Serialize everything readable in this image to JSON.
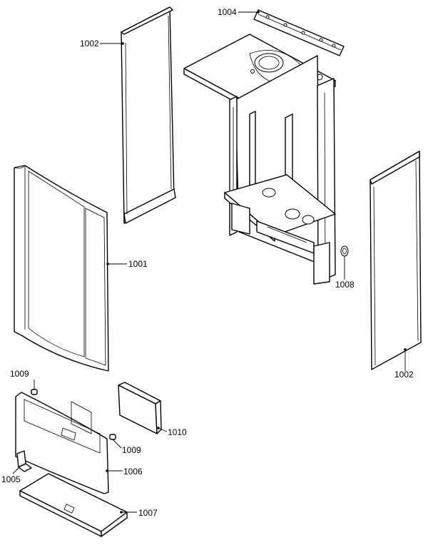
{
  "labels": {
    "l1001": "1001",
    "l1002a": "1002",
    "l1002b": "1002",
    "l1004": "1004",
    "l1005": "1005",
    "l1006": "1006",
    "l1007": "1007",
    "l1008": "1008",
    "l1009a": "1009",
    "l1009b": "1009",
    "l1010": "1010"
  }
}
